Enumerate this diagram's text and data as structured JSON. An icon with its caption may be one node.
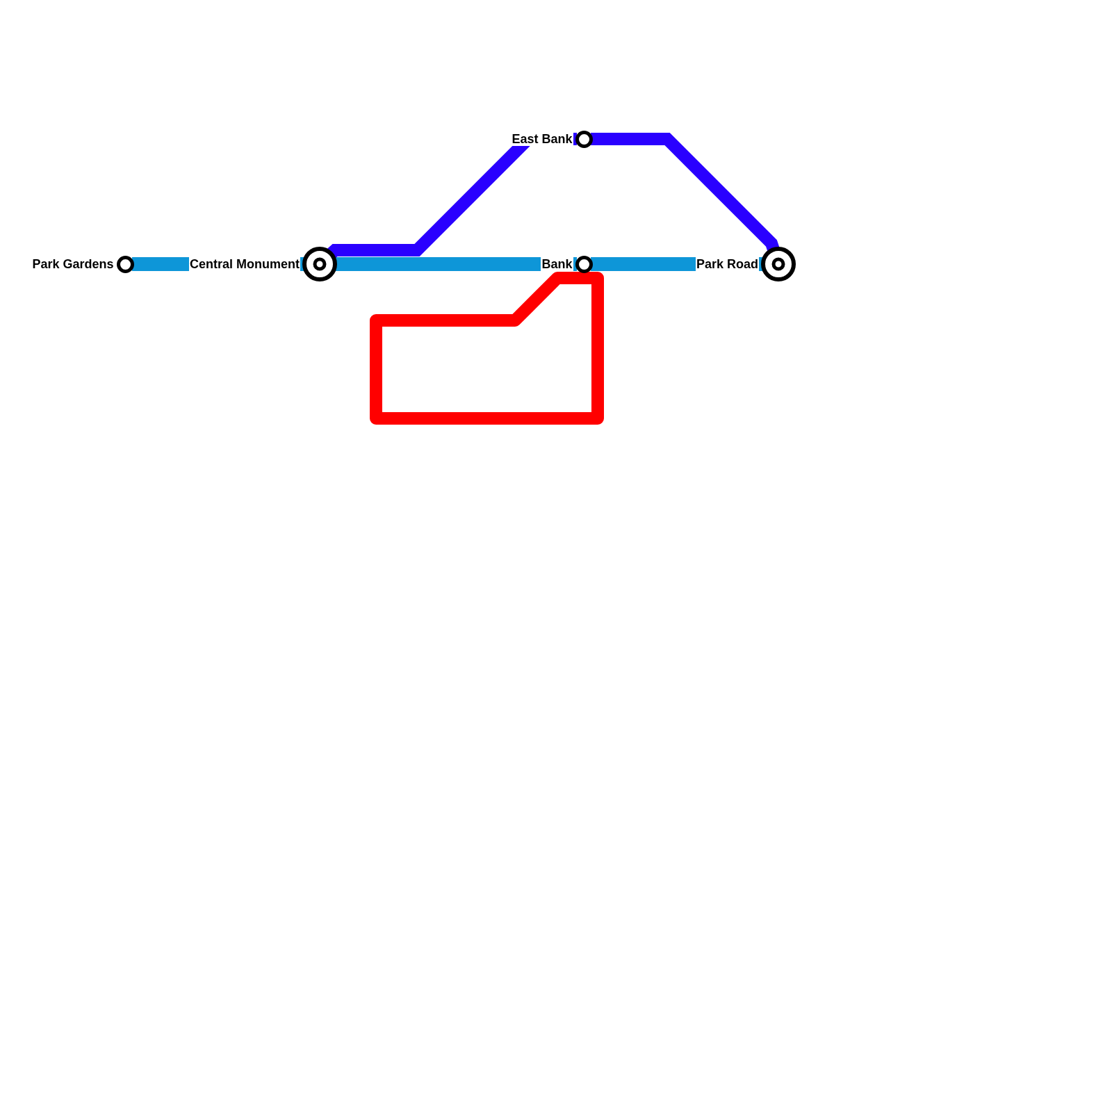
{
  "diagram": {
    "nodes": [
      {
        "text": [
          "East Bank"
        ]
      },
      {
        "text": [
          "Park Gardens"
        ]
      },
      {
        "text": [
          "Central Monument"
        ]
      },
      {
        "text": [
          "Bank"
        ]
      },
      {
        "text": [
          "Park Road"
        ]
      }
    ],
    "edges": [
      {
        "from": 1,
        "to": 2,
        "arrow": "none"
      },
      {
        "from": 2,
        "to": 3,
        "arrow": "none"
      },
      {
        "from": 3,
        "to": 4,
        "arrow": "none"
      },
      {
        "from": 2,
        "to": 0,
        "arrow": "none",
        "color": "#2a00ff"
      },
      {
        "from": 0,
        "to": 4,
        "arrow": "none",
        "color": "#2a00ff"
      }
    ]
  }
}
